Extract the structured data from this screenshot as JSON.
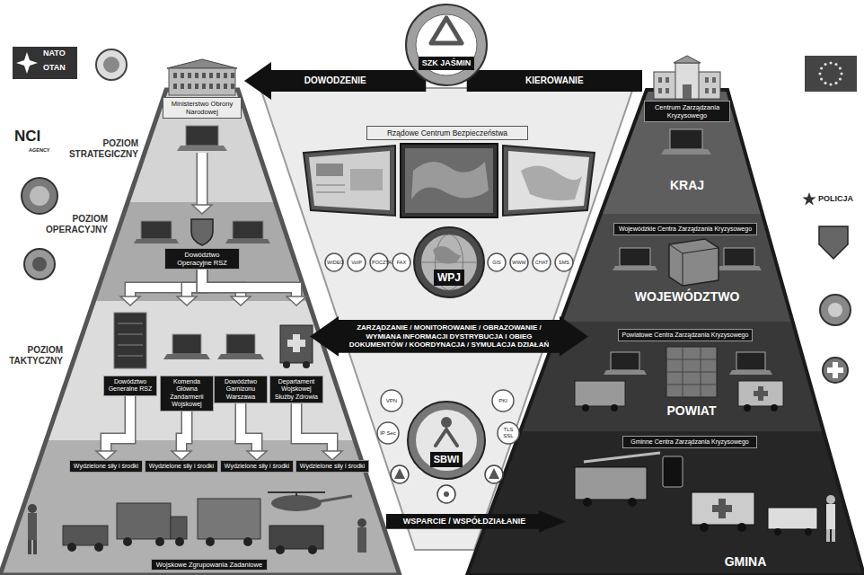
{
  "diagram": {
    "nodes": [
      {
        "text": [
          "SZK JAŚMIN"
        ]
      },
      {
        "text": [
          "Ministerstwo Obrony Narodowej"
        ]
      },
      {
        "text": [
          "Centrum Zarządzania Kryzysowego"
        ]
      },
      {
        "text": [
          "Rządowe Centrum Bezpieczeństwa"
        ]
      },
      {
        "text": [
          "Dowództwo Operacyjne RSZ"
        ]
      },
      {
        "text": [
          "WPJ"
        ]
      },
      {
        "text": [
          "Wojewódzkie Centra Zarządzania Kryzysowego"
        ]
      },
      {
        "text": [
          "WIDEO"
        ]
      },
      {
        "text": [
          "VoIP"
        ]
      },
      {
        "text": [
          "POCZTA"
        ]
      },
      {
        "text": [
          "FAX"
        ]
      },
      {
        "text": [
          "GIS"
        ]
      },
      {
        "text": [
          "WWW"
        ]
      },
      {
        "text": [
          "CHAT"
        ]
      },
      {
        "text": [
          "SMS"
        ]
      },
      {
        "text": [
          "ZARZĄDZANIE / MONITOROWANIE / OBRAZOWANIE / WYMIANA INFORMACJI DYSTRYBUCJA I OBIEG DOKUMENTÓW / KOORDYNACJA / SYMULACJA DZIAŁAŃ"
        ]
      },
      {
        "text": [
          "Powiatowe Centra Zarządzania Kryzysowego"
        ]
      },
      {
        "text": [
          "Dowództwo Generalne RSZ"
        ]
      },
      {
        "text": [
          "Komenda Główna Żandarmerii Wojskowej"
        ]
      },
      {
        "text": [
          "Dowództwo Garnizonu Warszawa"
        ]
      },
      {
        "text": [
          "Departament Wojskowej Służby Zdrowia"
        ]
      },
      {
        "text": [
          "VPN"
        ]
      },
      {
        "text": [
          "PKI"
        ]
      },
      {
        "text": [
          "IP Sec"
        ]
      },
      {
        "text": [
          "TLS SSL"
        ]
      },
      {
        "text": [
          "SBWI"
        ]
      },
      {
        "text": [
          "Gminne Centra Zarządzania Kryzysowego"
        ]
      },
      {
        "text": [
          "Wydzielone siły i środki"
        ]
      },
      {
        "text": [
          "Wydzielone siły i środki"
        ]
      },
      {
        "text": [
          "Wydzielone siły i środki"
        ]
      },
      {
        "text": [
          "Wydzielone siły i środki"
        ]
      },
      {
        "text": [
          "WSPARCIE / WSPÓŁDZIAŁANIE"
        ]
      },
      {
        "text": [
          "Wojskowe Zgrupowania Zadaniowe"
        ]
      }
    ],
    "edges": [
      {
        "from": 0,
        "to": 1,
        "label": "DOWODZENIE",
        "arrow": "to"
      },
      {
        "from": 2,
        "to": 0,
        "label": "KIEROWANIE",
        "arrow": "none"
      },
      {
        "from": 1,
        "to": 4,
        "arrow": "to"
      },
      {
        "from": 4,
        "to": 17,
        "arrow": "to"
      },
      {
        "from": 4,
        "to": 18,
        "arrow": "to"
      },
      {
        "from": 4,
        "to": 19,
        "arrow": "to"
      },
      {
        "from": 4,
        "to": 20,
        "arrow": "to"
      },
      {
        "from": 17,
        "to": 27,
        "arrow": "to"
      },
      {
        "from": 18,
        "to": 28,
        "arrow": "to"
      },
      {
        "from": 19,
        "to": 29,
        "arrow": "to"
      },
      {
        "from": 20,
        "to": 30,
        "arrow": "to"
      }
    ],
    "labels": [
      "NATO",
      "OTAN",
      "NCI",
      "AGENCY",
      "POZIOM STRATEGICZNY",
      "POZIOM OPERACYJNY",
      "POZIOM TAKTYCZNY",
      "KRAJ",
      "WOJEWÓDZTWO",
      "POWIAT",
      "GMINA",
      "POLICJA"
    ]
  }
}
